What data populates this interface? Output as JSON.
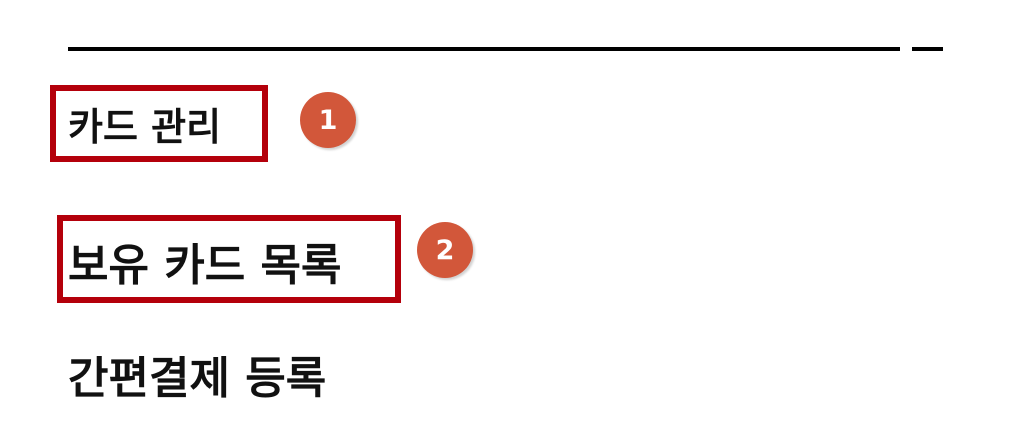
{
  "menu": {
    "items": [
      {
        "label": "카드 관리"
      },
      {
        "label": "보유 카드 목록"
      },
      {
        "label": "간편결제 등록"
      }
    ]
  },
  "annotations": {
    "highlight_color": "#b4000b",
    "badge_color": "#d2573a",
    "badges": [
      {
        "number": "1"
      },
      {
        "number": "2"
      }
    ]
  }
}
